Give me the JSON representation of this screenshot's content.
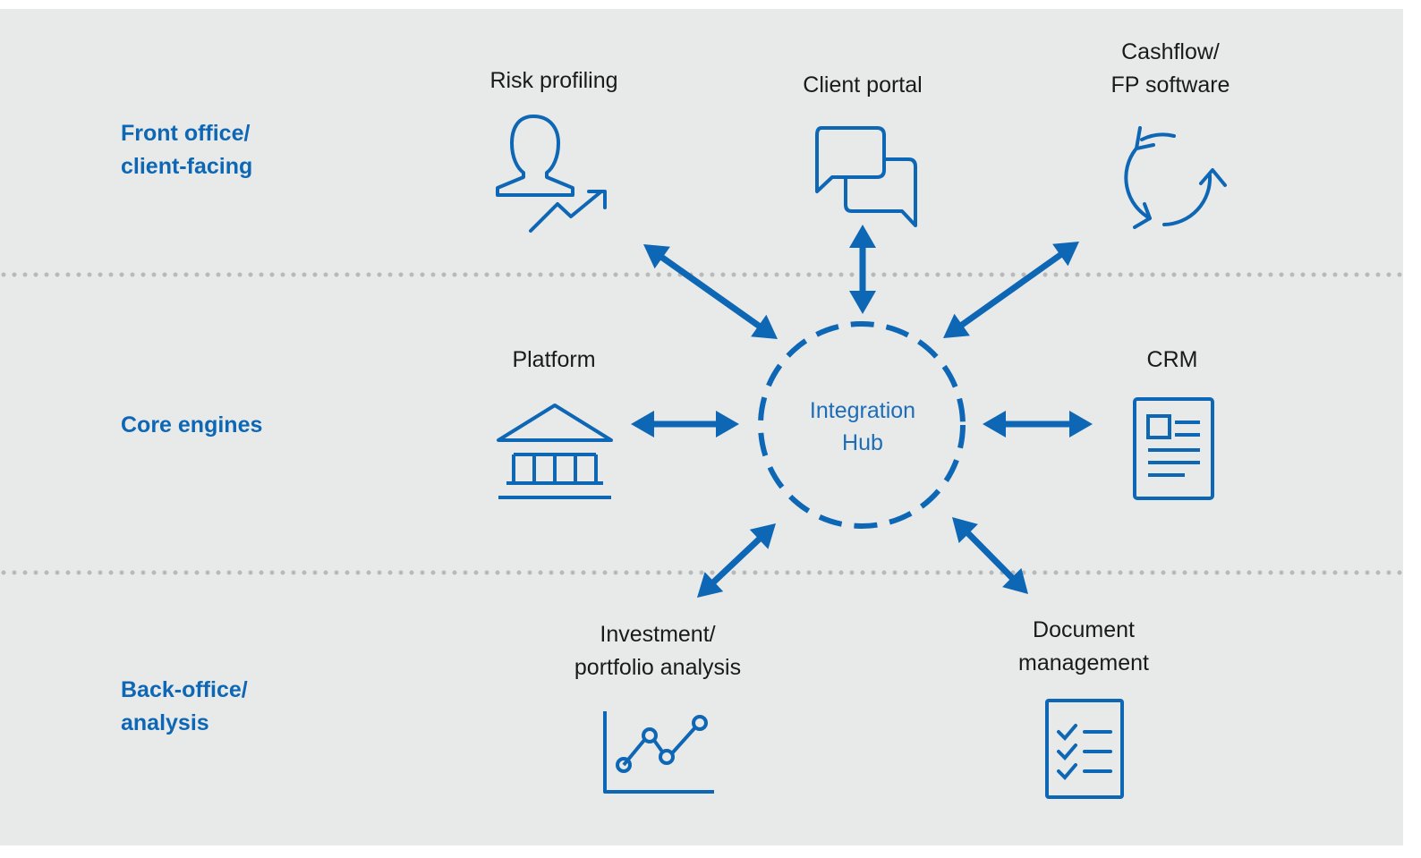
{
  "tiers": {
    "front": "Front office/\nclient-facing",
    "core": "Core engines",
    "back": "Back-office/\nanalysis"
  },
  "hub": {
    "label": "Integration\nHub"
  },
  "nodes": {
    "risk_profiling": {
      "label": "Risk profiling",
      "icon": "person-trend-icon"
    },
    "client_portal": {
      "label": "Client portal",
      "icon": "chat-bubbles-icon"
    },
    "cashflow": {
      "label": "Cashflow/\nFP software",
      "icon": "refresh-cycle-icon"
    },
    "platform": {
      "label": "Platform",
      "icon": "bank-building-icon"
    },
    "crm": {
      "label": "CRM",
      "icon": "contact-card-icon"
    },
    "investment": {
      "label": "Investment/\nportfolio analysis",
      "icon": "line-chart-icon"
    },
    "document": {
      "label": "Document\nmanagement",
      "icon": "checklist-document-icon"
    }
  },
  "colors": {
    "accent": "#0d67b5",
    "panel": "#e8e9e9",
    "divider": "#b7b9ba",
    "text": "#1a1a1a"
  }
}
